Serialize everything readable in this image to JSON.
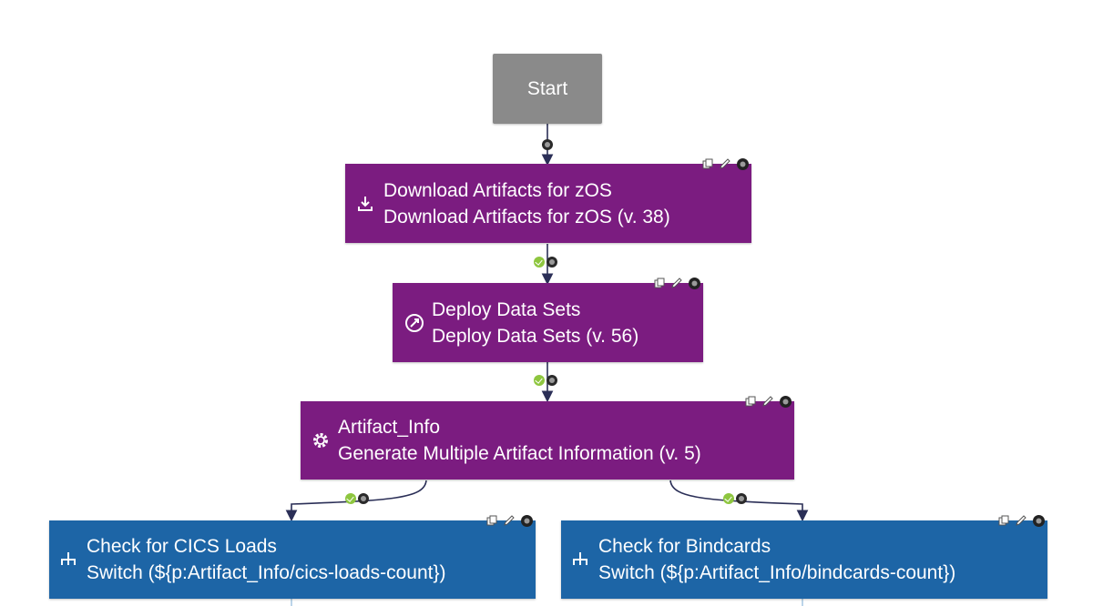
{
  "diagram": {
    "start": {
      "label": "Start"
    },
    "nodes": [
      {
        "title": "Download Artifacts for zOS",
        "subtitle": "Download Artifacts for zOS (v. 38)",
        "icon": "download-icon",
        "color": "#7b1c80"
      },
      {
        "title": "Deploy Data Sets",
        "subtitle": "Deploy Data Sets (v. 56)",
        "icon": "rocket-icon",
        "color": "#7b1c80"
      },
      {
        "title": "Artifact_Info",
        "subtitle": "Generate Multiple Artifact Information (v. 5)",
        "icon": "gear-icon",
        "color": "#7b1c80"
      },
      {
        "title": "Check for CICS Loads",
        "subtitle": "Switch (${p:Artifact_Info/cics-loads-count})",
        "icon": "switch-icon",
        "color": "#1d65a6"
      },
      {
        "title": "Check for Bindcards",
        "subtitle": "Switch (${p:Artifact_Info/bindcards-count})",
        "icon": "switch-icon",
        "color": "#1d65a6"
      }
    ],
    "node_tools": [
      "copy-icon",
      "edit-icon",
      "delete-icon"
    ],
    "colors": {
      "start": "#8a8a8a",
      "process": "#7b1c80",
      "switch": "#1d65a6",
      "connector": "#2b2f57",
      "success": "#8ec63f"
    }
  }
}
